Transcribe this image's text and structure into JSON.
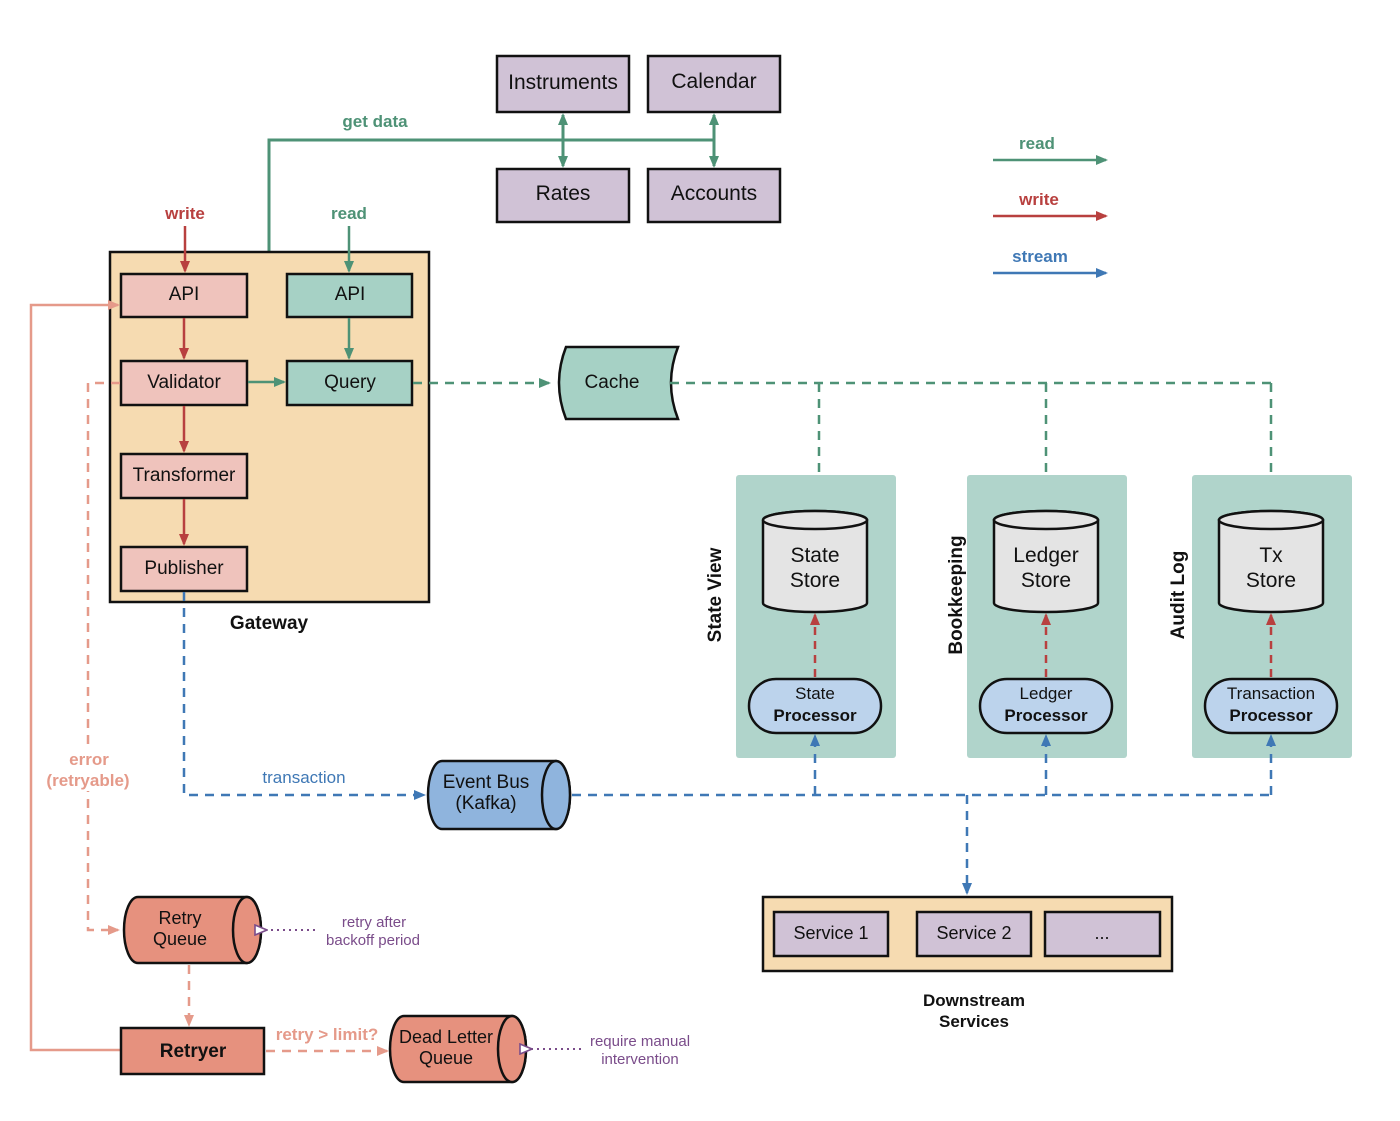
{
  "colors": {
    "read": "#4e9276",
    "write": "#b8403f",
    "stream": "#3f78b5",
    "error": "#e59a8a",
    "note": "#7a4c8a",
    "gateway_fill": "#f6dbb1",
    "write_box_fill": "#efc3bc",
    "read_box_fill": "#a6d1c5",
    "data_store_fill": "#d0c2d6",
    "panel_fill": "#b0d4cb",
    "cylinder_fill": "#e4e4e4",
    "processor_fill": "#bcd3ec",
    "queue_fill": "#e6917e",
    "event_bus_fill": "#8fb4dd"
  },
  "data_stores": {
    "instruments": "Instruments",
    "calendar": "Calendar",
    "rates": "Rates",
    "accounts": "Accounts"
  },
  "legend": {
    "read": "read",
    "write": "write",
    "stream": "stream"
  },
  "edges": {
    "get_data": "get data",
    "write": "write",
    "read": "read",
    "transaction": "transaction",
    "error_line1": "error",
    "error_line2": "(retryable)",
    "retry_limit": "retry > limit?"
  },
  "gateway": {
    "title": "Gateway",
    "write_api": "API",
    "validator": "Validator",
    "transformer": "Transformer",
    "publisher": "Publisher",
    "read_api": "API",
    "query": "Query"
  },
  "cache": {
    "label": "Cache"
  },
  "event_bus": {
    "line1": "Event Bus",
    "line2": "(Kafka)"
  },
  "panels": [
    {
      "title": "State View",
      "store_line1": "State",
      "store_line2": "Store",
      "proc_line1": "State",
      "proc_line2": "Processor"
    },
    {
      "title": "Bookkeeping",
      "store_line1": "Ledger",
      "store_line2": "Store",
      "proc_line1": "Ledger",
      "proc_line2": "Processor"
    },
    {
      "title": "Audit Log",
      "store_line1": "Tx",
      "store_line2": "Store",
      "proc_line1": "Transaction",
      "proc_line2": "Processor"
    }
  ],
  "retry_queue": {
    "line1": "Retry",
    "line2": "Queue"
  },
  "retry_note": {
    "line1": "retry after",
    "line2": "backoff period"
  },
  "retryer": {
    "label": "Retryer"
  },
  "dead_letter": {
    "line1": "Dead Letter",
    "line2": "Queue"
  },
  "dead_letter_note": {
    "line1": "require manual",
    "line2": "intervention"
  },
  "downstream": {
    "title_line1": "Downstream",
    "title_line2": "Services",
    "services": [
      "Service 1",
      "Service 2",
      "..."
    ]
  }
}
